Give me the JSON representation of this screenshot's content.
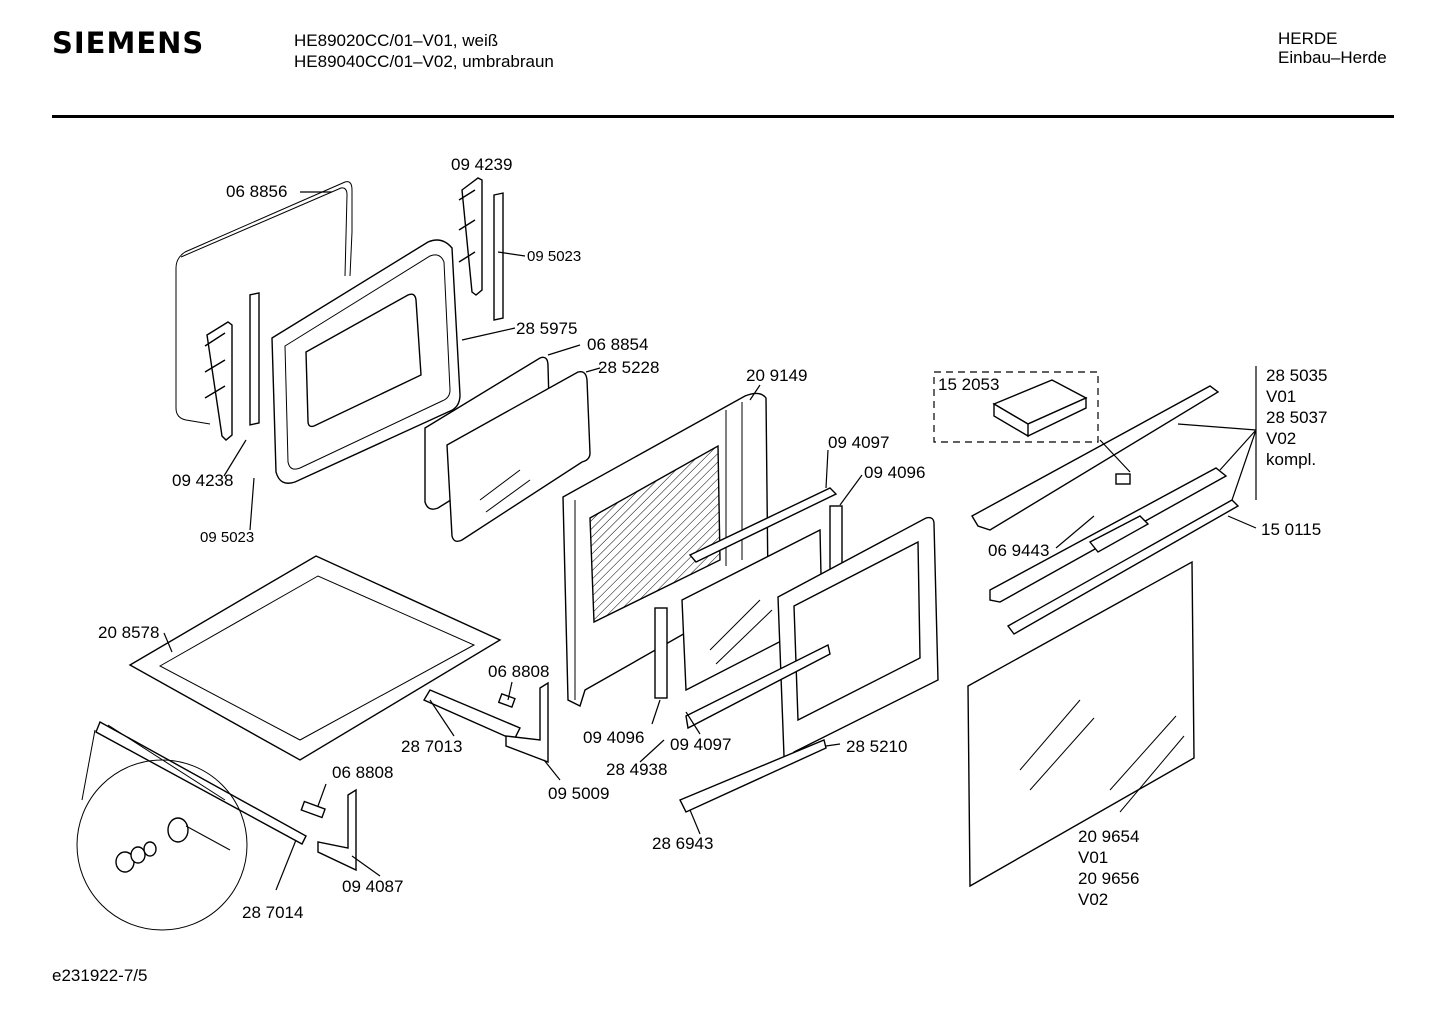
{
  "header": {
    "brand": "SIEMENS",
    "model_line_1": "HE89020CC/01–V01, weiß",
    "model_line_2": "HE89040CC/01–V02, umbrabraun",
    "category_line_1": "HERDE",
    "category_line_2": "Einbau–Herde"
  },
  "footer": {
    "diagram_id": "e231922-7/5"
  },
  "parts": {
    "p068856": "06 8856",
    "p094239": "09 4239",
    "p095023_top": "09 5023",
    "p285975": "28 5975",
    "p068854": "06 8854",
    "p285228": "28 5228",
    "p094238": "09 4238",
    "p095023_bottom": "09 5023",
    "p209149": "20 9149",
    "p094097_top": "09 4097",
    "p094096_top": "09 4096",
    "p152053": "15 2053",
    "p285035": "28 5035",
    "v01_a": "V01",
    "p285037": "28 5037",
    "v02_a": "V02",
    "kompl": "kompl.",
    "p150115": "15 0115",
    "p069443": "06 9443",
    "p208578": "20 8578",
    "p068808_top": "06 8808",
    "p287013": "28 7013",
    "p094096_bottom": "09 4096",
    "p094097_bottom": "09 4097",
    "p284938": "28 4938",
    "p095009": "09 5009",
    "p285210": "28 5210",
    "p068808_bottom": "06 8808",
    "p286943": "28 6943",
    "p094087": "09 4087",
    "p287014": "28 7014",
    "p209654": "20 9654",
    "v01_b": "V01",
    "p209656": "20 9656",
    "v02_b": "V02"
  }
}
